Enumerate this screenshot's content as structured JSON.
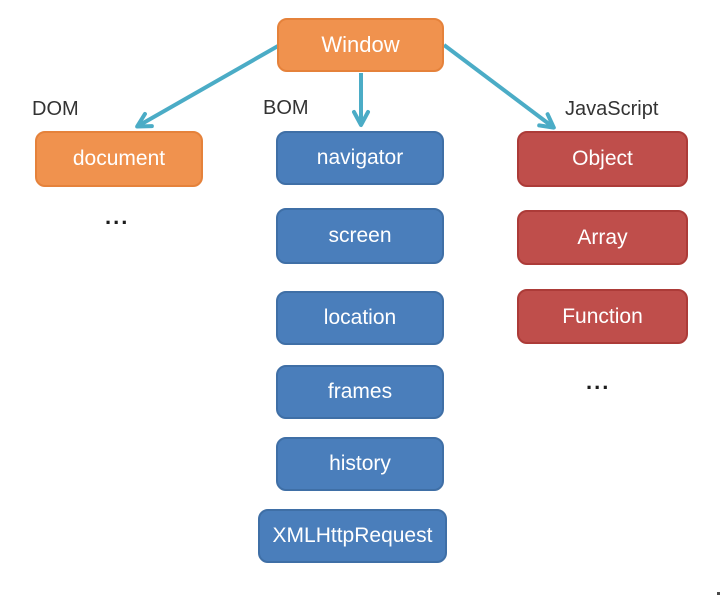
{
  "diagram": {
    "title_node": "Window",
    "groups": {
      "dom": {
        "label": "DOM",
        "items": [
          "document"
        ],
        "ellipsis": "..."
      },
      "bom": {
        "label": "BOM",
        "items": [
          "navigator",
          "screen",
          "location",
          "frames",
          "history",
          "XMLHttpRequest"
        ]
      },
      "js": {
        "label": "JavaScript",
        "items": [
          "Object",
          "Array",
          "Function"
        ],
        "ellipsis": "..."
      }
    },
    "edges": [
      {
        "from": "Window",
        "to": "document"
      },
      {
        "from": "Window",
        "to": "navigator"
      },
      {
        "from": "Window",
        "to": "Object"
      }
    ],
    "colors": {
      "orange_fill": "#F0924E",
      "orange_border": "#E5823B",
      "blue_fill": "#4A7EBB",
      "blue_border": "#3F6FA6",
      "red_fill": "#BF4E4B",
      "red_border": "#AC3B38",
      "arrow": "#4BACC6",
      "box_text": "#FFFFFF",
      "label_text": "#333333"
    }
  }
}
